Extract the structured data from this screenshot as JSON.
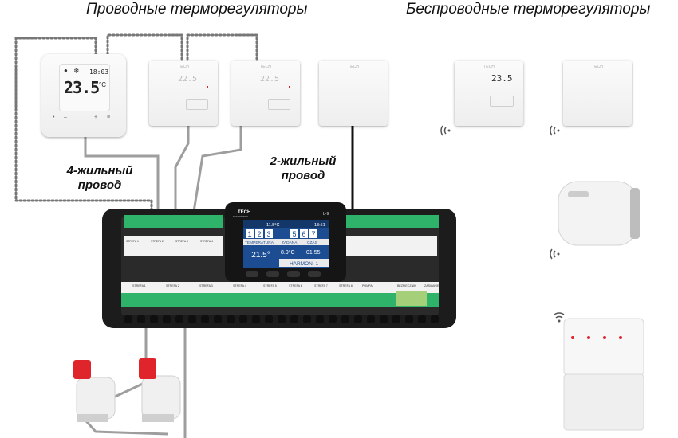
{
  "headings": {
    "wired": "Проводные терморегуляторы",
    "wireless": "Беспроводные терморегуляторы"
  },
  "labels": {
    "four_wire": "4-жильный провод",
    "two_wire": "2-жильный провод"
  },
  "thermostats": {
    "main": {
      "temp": "23.5",
      "unit": "°C",
      "time": "18:03"
    },
    "wired_1": {
      "reading": "22.5"
    },
    "wired_2": {
      "reading": "22.5"
    },
    "wireless_1": {
      "reading": "23.5"
    },
    "brand": "TECH"
  },
  "controller": {
    "brand": "TECH",
    "brand_sub": "STEROWNIKI",
    "model": "L-9",
    "screen": {
      "status_temp": "11.5°C",
      "clock": "13:51",
      "zones": [
        "1",
        "2",
        "3",
        "5",
        "6",
        "7"
      ],
      "col_temp": "TEMPERATURA",
      "col_set": "ZADANA",
      "col_time": "CZAS",
      "current_temp": "21.5°",
      "set_temp": "8.9°C",
      "time_left": "01:55",
      "mode": "HARMON. 1"
    },
    "zone_labels": [
      "STREFA 1",
      "STREFA 2",
      "STREFA 3",
      "STREFA 4",
      "STREFA 5",
      "STREFA 6",
      "STREFA 7",
      "STREFA 8",
      "POMPA",
      "BEZPIECZNIK",
      "ZASILANIE"
    ],
    "top_zone_labels": [
      "STREFA 1",
      "STREFA 2",
      "STREFA 3",
      "STREFA 4"
    ]
  },
  "colors": {
    "wire_gray": "#9e9e9e",
    "wire_black": "#111111",
    "terminal_green": "#2fb36a",
    "actuator_red": "#e0242c",
    "screen_blue": "#1c4d92"
  }
}
